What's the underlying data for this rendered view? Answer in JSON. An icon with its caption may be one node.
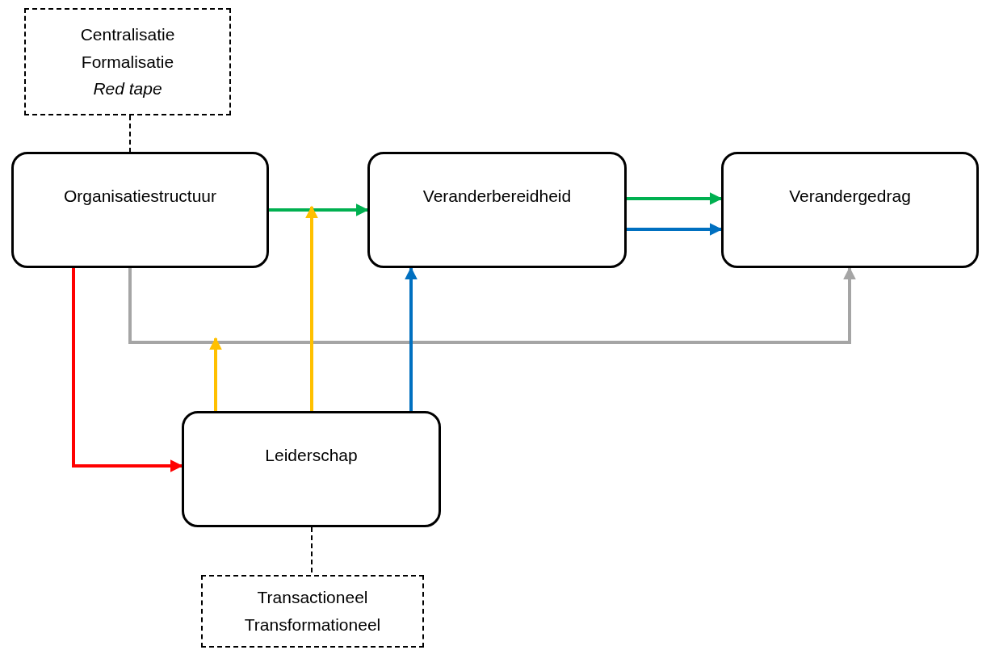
{
  "diagram": {
    "nodes": [
      {
        "text": [
          "Centralisatie",
          "Formalisatie",
          "Red tape"
        ]
      },
      {
        "text": [
          "Organisatiestructuur"
        ]
      },
      {
        "text": [
          "Veranderbereidheid"
        ]
      },
      {
        "text": [
          "Verandergedrag"
        ]
      },
      {
        "text": [
          "Leiderschap"
        ]
      },
      {
        "text": [
          "Transactioneel",
          "Transformationeel"
        ]
      }
    ],
    "edges": [
      {
        "from": 0,
        "to": 1,
        "arrow": "none",
        "style": "dashed",
        "color": "#000000"
      },
      {
        "from": 1,
        "to": 2,
        "arrow": "to",
        "color": "#00b050"
      },
      {
        "from": 2,
        "to": 3,
        "arrow": "to",
        "color": "#00b050"
      },
      {
        "from": 2,
        "to": 3,
        "arrow": "to",
        "color": "#0070c0"
      },
      {
        "from": 1,
        "to": 4,
        "arrow": "to",
        "color": "#ff0000"
      },
      {
        "from": 1,
        "to": 3,
        "arrow": "to",
        "color": "#a5a5a5"
      },
      {
        "from": 4,
        "to": null,
        "arrow": "to",
        "color": "#ffc000"
      },
      {
        "from": 4,
        "to": null,
        "arrow": "to",
        "color": "#ffc000"
      },
      {
        "from": 4,
        "to": 2,
        "arrow": "to",
        "color": "#0070c0"
      },
      {
        "from": 4,
        "to": 5,
        "arrow": "none",
        "style": "dashed",
        "color": "#000000"
      }
    ]
  }
}
